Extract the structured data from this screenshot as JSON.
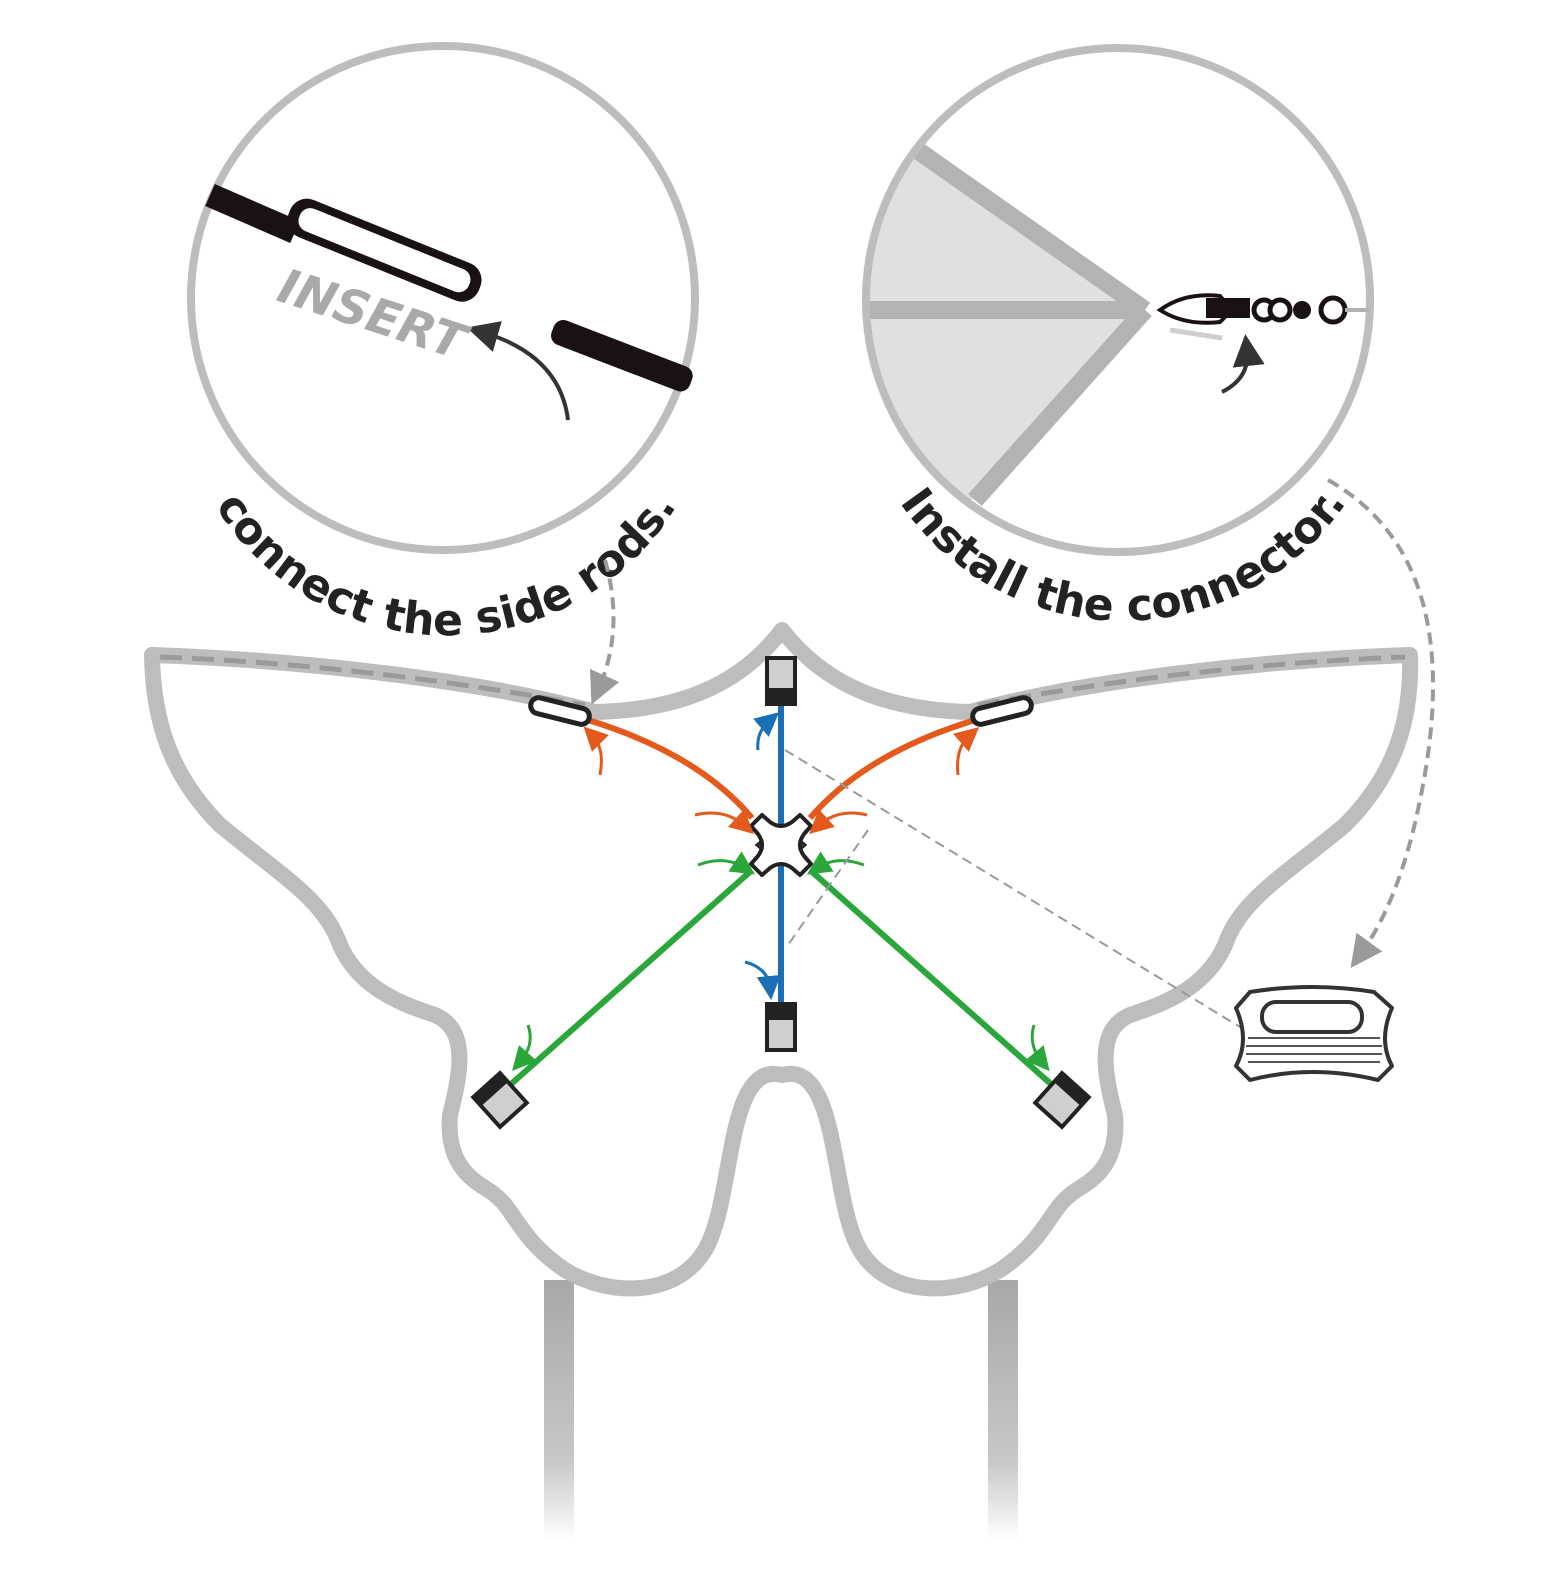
{
  "labels": {
    "insert": "INSERT",
    "connect_side_rods": "connect the side rods.",
    "install_connector": "Install the connector."
  },
  "colors": {
    "outline": "#bdbdbd",
    "rod_dark": "#1a1212",
    "side_rod": "#e35a1c",
    "spine": "#1a6fb5",
    "lower_rod": "#2aa63a",
    "dashed": "#9a9a9a",
    "sail_fill": "#e0e0e0"
  },
  "icons": {
    "center_connector": "cross-connector-icon",
    "winder": "line-winder-icon",
    "swivel": "snap-swivel-icon"
  }
}
